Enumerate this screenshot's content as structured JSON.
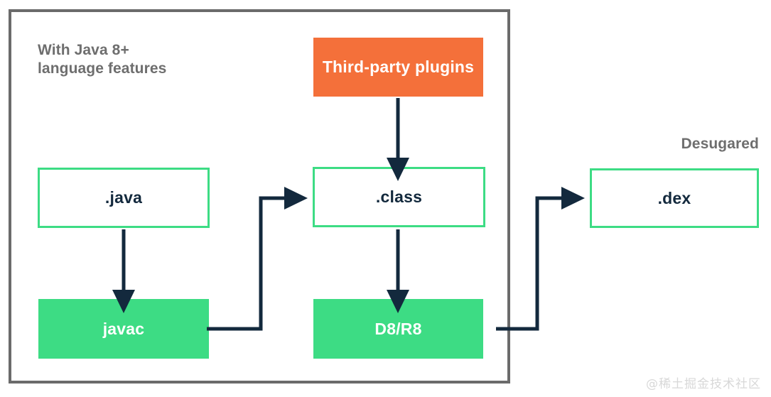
{
  "diagram": {
    "title_note": "With Java 8+\nlanguage features",
    "side_note": "Desugared",
    "watermark": "@稀土掘金技术社区",
    "colors": {
      "green": "#3ddc84",
      "orange": "#f4703a",
      "navy": "#13293d",
      "gray_frame": "#6b6b6b",
      "gray_text": "#6e6e6e",
      "white": "#ffffff"
    },
    "nodes": [
      {
        "id": "third-party-plugins",
        "label": "Third-party plugins",
        "style": "filled-orange"
      },
      {
        "id": "java",
        "label": ".java",
        "style": "outline"
      },
      {
        "id": "class",
        "label": ".class",
        "style": "outline"
      },
      {
        "id": "dex",
        "label": ".dex",
        "style": "outline"
      },
      {
        "id": "javac",
        "label": "javac",
        "style": "filled-green"
      },
      {
        "id": "d8r8",
        "label": "D8/R8",
        "style": "filled-green"
      }
    ],
    "edges": [
      {
        "from": "third-party-plugins",
        "to": "class",
        "kind": "straight-down"
      },
      {
        "from": "java",
        "to": "javac",
        "kind": "straight-down"
      },
      {
        "from": "class",
        "to": "d8r8",
        "kind": "straight-down"
      },
      {
        "from": "javac",
        "to": "class",
        "kind": "elbow-right-up"
      },
      {
        "from": "d8r8",
        "to": "dex",
        "kind": "elbow-right-up"
      }
    ]
  }
}
